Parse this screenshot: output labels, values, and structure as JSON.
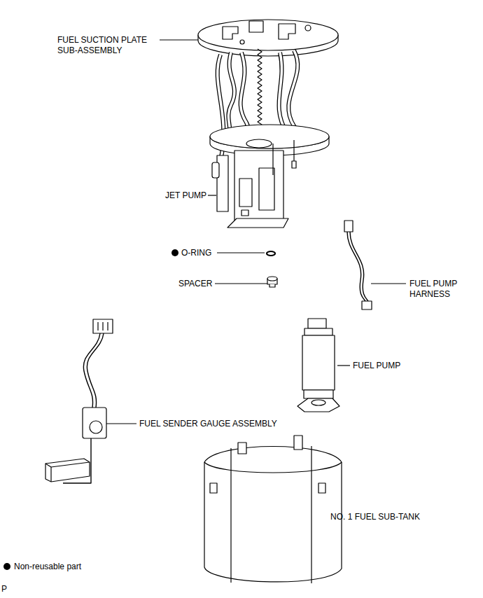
{
  "diagram": {
    "labels": [
      "FUEL SUCTION PLATE SUB-ASSEMBLY",
      "JET PUMP",
      "O-RING",
      "SPACER",
      "FUEL PUMP HARNESS",
      "FUEL PUMP",
      "FUEL SENDER GAUGE ASSEMBLY",
      "NO. 1 FUEL SUB-TANK",
      "P"
    ],
    "legend": [
      {
        "text": "Non-reusable part"
      }
    ]
  }
}
